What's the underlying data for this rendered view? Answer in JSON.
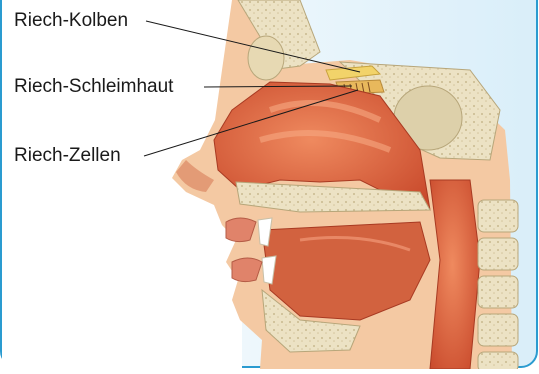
{
  "labels": {
    "olfactory_bulb": "Riech-Kolben",
    "olfactory_mucosa": "Riech-Schleimhaut",
    "olfactory_cells": "Riech-Zellen"
  },
  "colors": {
    "frame_border": "#2a9bd0",
    "sky_gradient": "#d9eef9",
    "skin": "#f4c9a3",
    "flesh_red": "#d9603c",
    "bone": "#ede4c9",
    "bulb_yellow": "#f2d36a"
  }
}
